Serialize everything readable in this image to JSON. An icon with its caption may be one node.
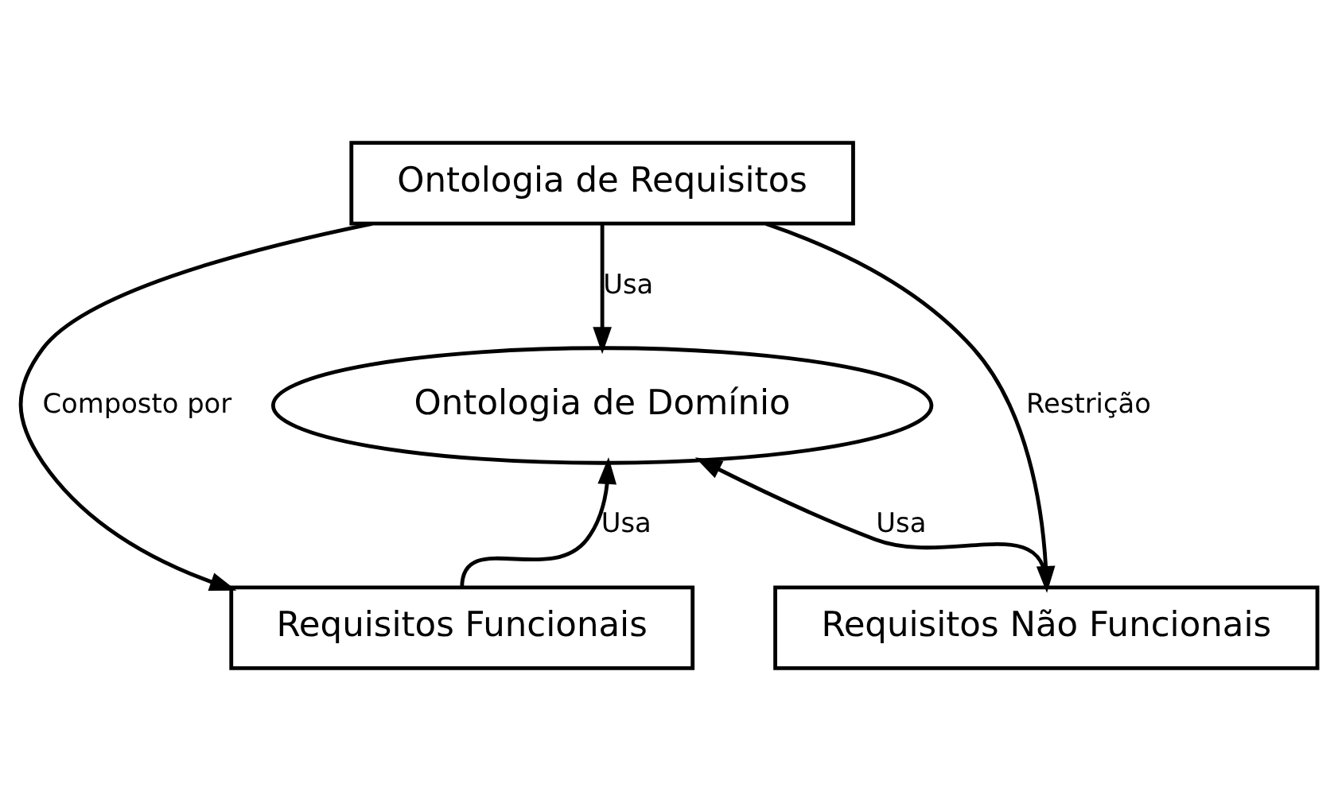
{
  "diagram": {
    "nodes": [
      {
        "text": [
          "Ontologia de Requisitos"
        ]
      },
      {
        "text": [
          "Ontologia de Domínio"
        ]
      },
      {
        "text": [
          "Requisitos Funcionais"
        ]
      },
      {
        "text": [
          "Requisitos Não Funcionais"
        ]
      }
    ],
    "edges": [
      {
        "from": 0,
        "to": 2,
        "arrow": "to",
        "label": "Composto por"
      },
      {
        "from": 0,
        "to": 1,
        "arrow": "to",
        "label": "Usa"
      },
      {
        "from": 0,
        "to": 3,
        "arrow": "to",
        "label": "Restrição"
      },
      {
        "from": 2,
        "to": 1,
        "arrow": "to",
        "label": "Usa"
      },
      {
        "from": 3,
        "to": 1,
        "arrow": "to",
        "label": "Usa"
      }
    ]
  }
}
